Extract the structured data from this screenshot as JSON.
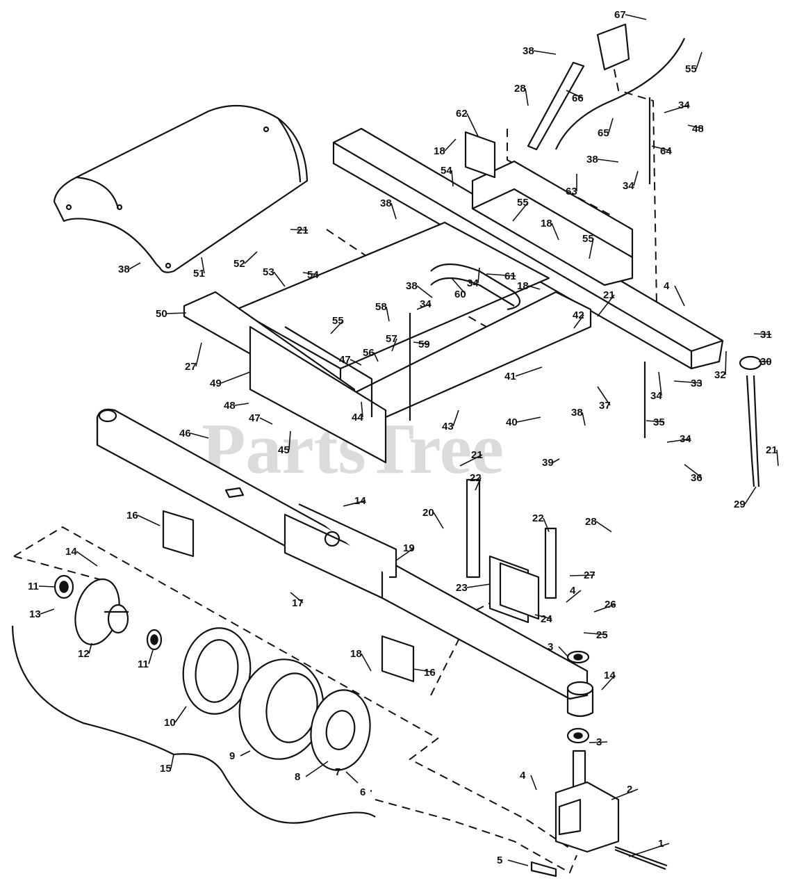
{
  "watermark": "PartsTree",
  "parts": [
    {
      "id": "1",
      "label": "1"
    },
    {
      "id": "2",
      "label": "2"
    },
    {
      "id": "3a",
      "label": "3"
    },
    {
      "id": "3b",
      "label": "3"
    },
    {
      "id": "4a",
      "label": "4"
    },
    {
      "id": "4b",
      "label": "4"
    },
    {
      "id": "4c",
      "label": "4"
    },
    {
      "id": "5",
      "label": "5"
    },
    {
      "id": "6",
      "label": "6"
    },
    {
      "id": "7",
      "label": "7"
    },
    {
      "id": "8",
      "label": "8"
    },
    {
      "id": "9",
      "label": "9"
    },
    {
      "id": "10",
      "label": "10"
    },
    {
      "id": "11a",
      "label": "11"
    },
    {
      "id": "11b",
      "label": "11"
    },
    {
      "id": "12",
      "label": "12"
    },
    {
      "id": "13",
      "label": "13"
    },
    {
      "id": "14a",
      "label": "14"
    },
    {
      "id": "14b",
      "label": "14"
    },
    {
      "id": "14c",
      "label": "14"
    },
    {
      "id": "15",
      "label": "15"
    },
    {
      "id": "16a",
      "label": "16"
    },
    {
      "id": "16b",
      "label": "16"
    },
    {
      "id": "17",
      "label": "17"
    },
    {
      "id": "18a",
      "label": "18"
    },
    {
      "id": "18b",
      "label": "18"
    },
    {
      "id": "18c",
      "label": "18"
    },
    {
      "id": "18d",
      "label": "18"
    },
    {
      "id": "19",
      "label": "19"
    },
    {
      "id": "20",
      "label": "20"
    },
    {
      "id": "21a",
      "label": "21"
    },
    {
      "id": "21b",
      "label": "21"
    },
    {
      "id": "21c",
      "label": "21"
    },
    {
      "id": "21d",
      "label": "21"
    },
    {
      "id": "22a",
      "label": "22"
    },
    {
      "id": "22b",
      "label": "22"
    },
    {
      "id": "23",
      "label": "23"
    },
    {
      "id": "24",
      "label": "24"
    },
    {
      "id": "25",
      "label": "25"
    },
    {
      "id": "26",
      "label": "26"
    },
    {
      "id": "27a",
      "label": "27"
    },
    {
      "id": "27b",
      "label": "27"
    },
    {
      "id": "28a",
      "label": "28"
    },
    {
      "id": "28b",
      "label": "28"
    },
    {
      "id": "29",
      "label": "29"
    },
    {
      "id": "30",
      "label": "30"
    },
    {
      "id": "31",
      "label": "31"
    },
    {
      "id": "32",
      "label": "32"
    },
    {
      "id": "33",
      "label": "33"
    },
    {
      "id": "34a",
      "label": "34"
    },
    {
      "id": "34b",
      "label": "34"
    },
    {
      "id": "34c",
      "label": "34"
    },
    {
      "id": "34d",
      "label": "34"
    },
    {
      "id": "34e",
      "label": "34"
    },
    {
      "id": "34f",
      "label": "34"
    },
    {
      "id": "35",
      "label": "35"
    },
    {
      "id": "36",
      "label": "36"
    },
    {
      "id": "37",
      "label": "37"
    },
    {
      "id": "38a",
      "label": "38"
    },
    {
      "id": "38b",
      "label": "38"
    },
    {
      "id": "38c",
      "label": "38"
    },
    {
      "id": "38d",
      "label": "38"
    },
    {
      "id": "38e",
      "label": "38"
    },
    {
      "id": "38f",
      "label": "38"
    },
    {
      "id": "39",
      "label": "39"
    },
    {
      "id": "40",
      "label": "40"
    },
    {
      "id": "41",
      "label": "41"
    },
    {
      "id": "42",
      "label": "42"
    },
    {
      "id": "43",
      "label": "43"
    },
    {
      "id": "44",
      "label": "44"
    },
    {
      "id": "45",
      "label": "45"
    },
    {
      "id": "46",
      "label": "46"
    },
    {
      "id": "47a",
      "label": "47"
    },
    {
      "id": "47b",
      "label": "47"
    },
    {
      "id": "48a",
      "label": "48"
    },
    {
      "id": "48b",
      "label": "48"
    },
    {
      "id": "49",
      "label": "49"
    },
    {
      "id": "50",
      "label": "50"
    },
    {
      "id": "51",
      "label": "51"
    },
    {
      "id": "52",
      "label": "52"
    },
    {
      "id": "53",
      "label": "53"
    },
    {
      "id": "54a",
      "label": "54"
    },
    {
      "id": "54b",
      "label": "54"
    },
    {
      "id": "55a",
      "label": "55"
    },
    {
      "id": "55b",
      "label": "55"
    },
    {
      "id": "55c",
      "label": "55"
    },
    {
      "id": "55d",
      "label": "55"
    },
    {
      "id": "56",
      "label": "56"
    },
    {
      "id": "57",
      "label": "57"
    },
    {
      "id": "58",
      "label": "58"
    },
    {
      "id": "59",
      "label": "59"
    },
    {
      "id": "60",
      "label": "60"
    },
    {
      "id": "61",
      "label": "61"
    },
    {
      "id": "62",
      "label": "62"
    },
    {
      "id": "63",
      "label": "63"
    },
    {
      "id": "64",
      "label": "64"
    },
    {
      "id": "65",
      "label": "65"
    },
    {
      "id": "66",
      "label": "66"
    },
    {
      "id": "67",
      "label": "67"
    }
  ]
}
